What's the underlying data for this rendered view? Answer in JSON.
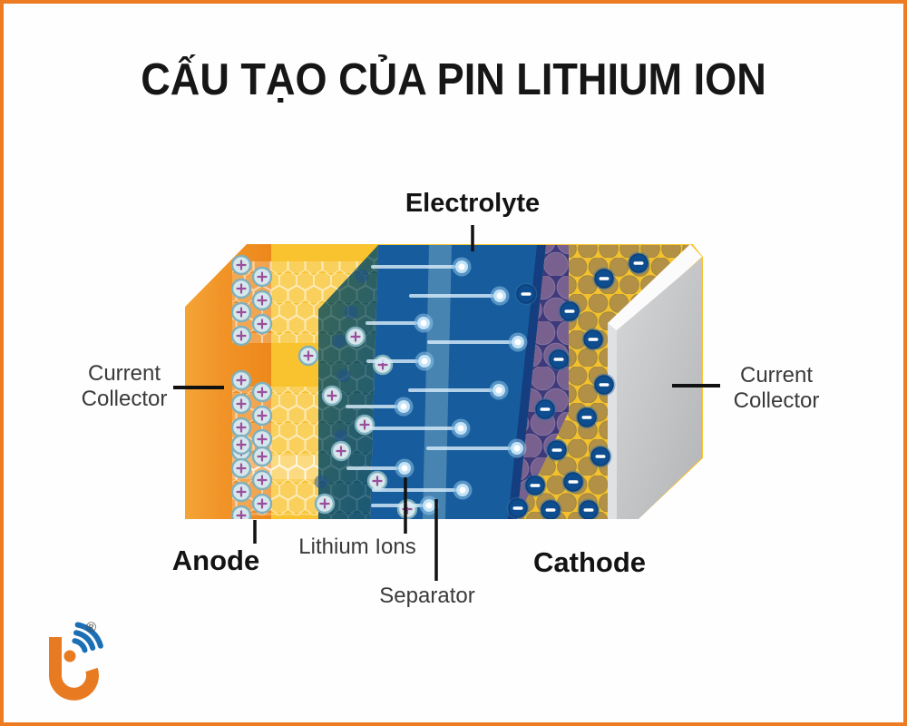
{
  "frame": {
    "border_color": "#ed7b22",
    "background_color": "#ffffff"
  },
  "title": {
    "text": "CẤU TẠO CỦA PIN LITHIUM ION",
    "color": "#161616"
  },
  "diagram": {
    "labels": {
      "electrolyte": "Electrolyte",
      "current_collector_left": "Current Collector",
      "current_collector_right": "Current Collector",
      "anode": "Anode",
      "lithium_ions": "Lithium Ions",
      "separator": "Separator",
      "cathode": "Cathode"
    },
    "ion_symbols": {
      "positive": "+",
      "negative": "−"
    },
    "layer_colors": {
      "current_collector_left_orange": "#ee8a1c",
      "anode_yellow": "#f8c32f",
      "anode_side_teal": "#1f5552",
      "electrolyte_blue": "#175c9c",
      "separator_light_blue": "#4e88b5",
      "cathode_navy": "#3d3a7c",
      "cathode_particle_purple": "#7c6390",
      "cathode_particle_gold": "#b29147",
      "current_collector_right_gray": "#c9cacc",
      "lithium_ion_light_blue": "#c2e2f6",
      "negative_ion_blue": "#0d4d90",
      "positive_ion_teal": "#d6e7ec"
    }
  },
  "logo": {
    "registered_mark": "®",
    "orange": "#e87b22",
    "blue": "#1c6fb5"
  }
}
